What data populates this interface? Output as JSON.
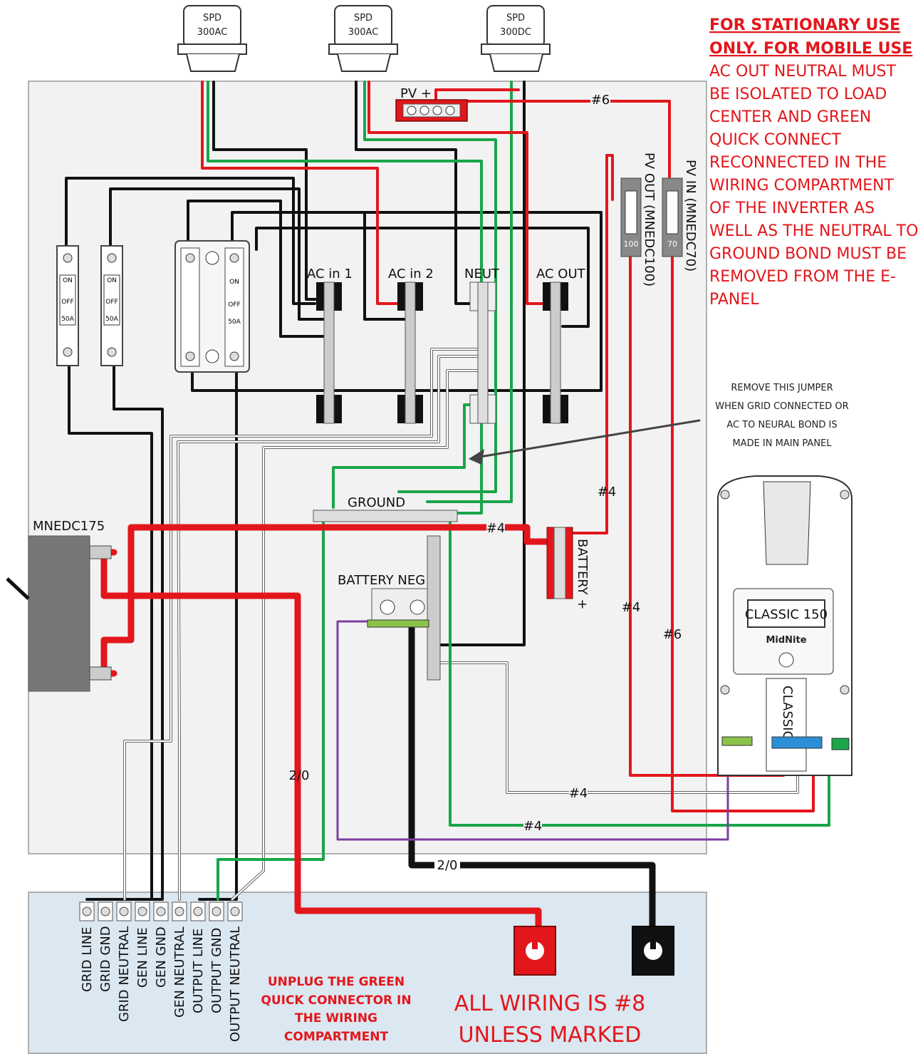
{
  "spd": [
    {
      "l1": "SPD",
      "l2": "300AC"
    },
    {
      "l1": "SPD",
      "l2": "300AC"
    },
    {
      "l1": "SPD",
      "l2": "300DC"
    }
  ],
  "warning_lines": [
    "FOR STATIONARY USE",
    "ONLY. FOR MOBILE USE",
    "AC OUT NEUTRAL MUST",
    "BE ISOLATED TO LOAD",
    "CENTER AND GREEN",
    "QUICK CONNECT",
    "RECONNECTED IN THE",
    "WIRING COMPARTMENT",
    "OF THE INVERTER AS",
    "WELL AS THE NEUTRAL TO",
    "GROUND BOND MUST BE",
    "REMOVED FROM THE E-",
    "PANEL"
  ],
  "bus_labels": {
    "ac_in_1": "AC in 1",
    "ac_in_2": "AC in 2",
    "neut": "NEUT",
    "ac_out": "AC OUT"
  },
  "pv_plus": "PV +",
  "pv_out": "PV OUT (MNEDC100)",
  "pv_in": "PV IN (MNEDC70)",
  "breaker_small": {
    "on": "ON",
    "off": "OFF",
    "rating_50a": "50A",
    "rating_100": "100",
    "rating_70": "70"
  },
  "jumper_note": [
    "REMOVE THIS JUMPER",
    "WHEN GRID CONNECTED OR",
    "AC TO NEURAL BOND IS",
    "MADE IN MAIN PANEL"
  ],
  "ground_label": "GROUND",
  "mnedc": "MNEDC175",
  "battery_neg": "BATTERY NEG",
  "battery_pos": "BATTERY +",
  "wire_sizes": {
    "w6_top": "#6",
    "w4_a": "#4",
    "w4_b": "#4",
    "w4_c": "#4",
    "w6_right": "#6",
    "w4_d": "#4",
    "w4_e": "#4",
    "w20_a": "2/0",
    "w20_b": "2/0"
  },
  "classic": {
    "display": "CLASSIC 150",
    "brand": "MidNite",
    "vertical": "CLASSIC"
  },
  "terminals": [
    "GRID LINE",
    "GRID GND",
    "GRID NEUTRAL",
    "GEN LINE",
    "GEN GND",
    "GEN NEUTRAL",
    "OUTPUT LINE",
    "OUTPUT GND",
    "OUTPUT NEUTRAL"
  ],
  "unplug_note": [
    "UNPLUG THE GREEN",
    "QUICK CONNECTOR IN",
    "THE WIRING",
    "COMPARTMENT"
  ],
  "all_wiring": [
    "ALL WIRING IS #8",
    "UNLESS MARKED"
  ],
  "colors": {
    "red": "#e3161b",
    "green": "#1aa54a",
    "black": "#111111",
    "purple": "#7b3fa0",
    "panel": "#f2f2f2",
    "compartment": "#dbe7f1"
  }
}
